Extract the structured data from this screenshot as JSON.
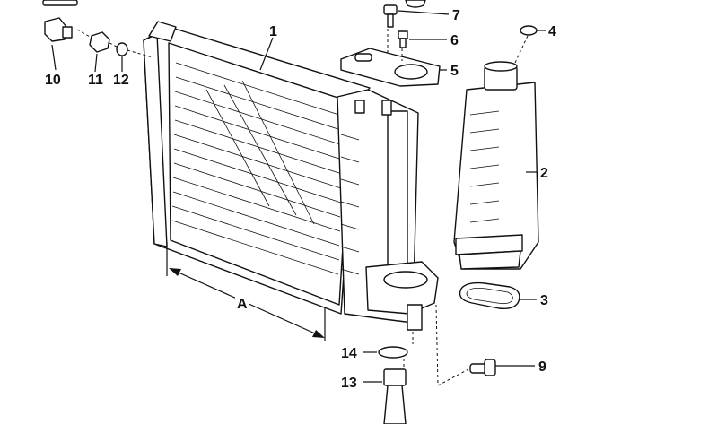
{
  "labels": {
    "p1": "1",
    "p2": "2",
    "p3": "3",
    "p4": "4",
    "p5": "5",
    "p6": "6",
    "p7": "7",
    "p9": "9",
    "p10": "10",
    "p11": "11",
    "p12": "12",
    "p13": "13",
    "p14": "14",
    "dimension": "A"
  }
}
